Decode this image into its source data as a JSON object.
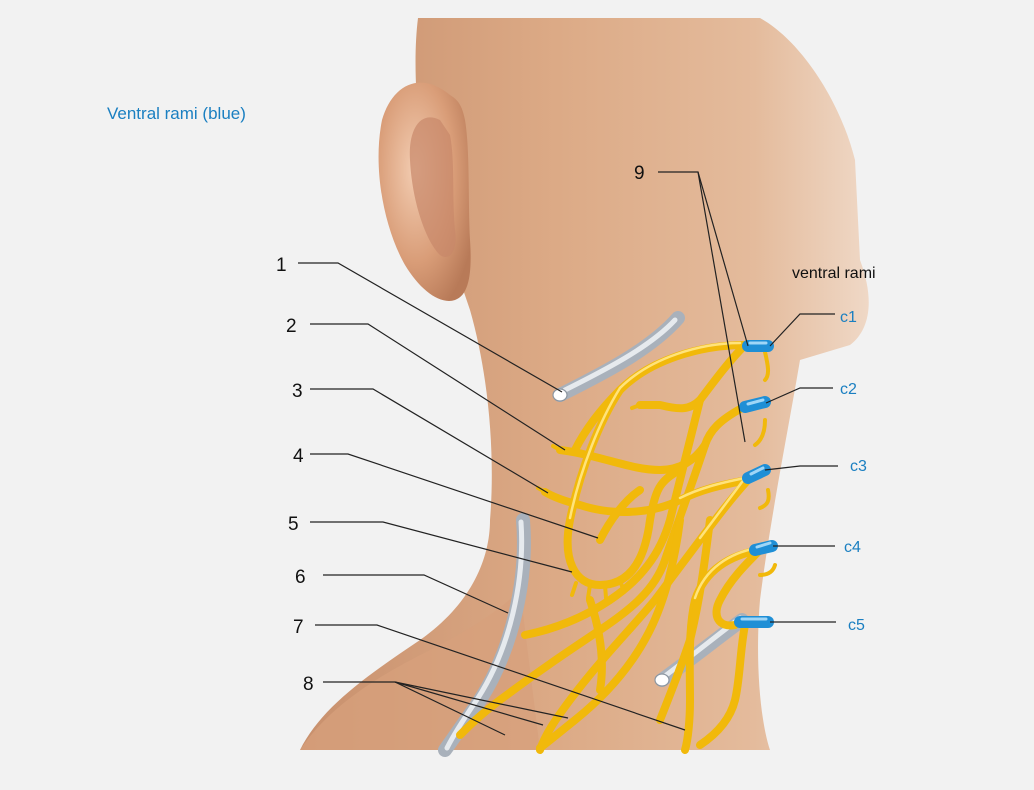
{
  "title": "Ventral rami (blue)",
  "rami_heading": "ventral rami",
  "numbers": [
    "1",
    "2",
    "3",
    "4",
    "5",
    "6",
    "7",
    "8",
    "9"
  ],
  "cervical_labels": [
    "c1",
    "c2",
    "c3",
    "c4",
    "c5"
  ],
  "colors": {
    "background": "#f2f2f2",
    "skin": "#d9a27c",
    "nerve": "#f1b90b",
    "ventral_ramus": "#1f8fd6",
    "vessel": "#a9b1bb",
    "label_blue": "#1a7fc1"
  }
}
